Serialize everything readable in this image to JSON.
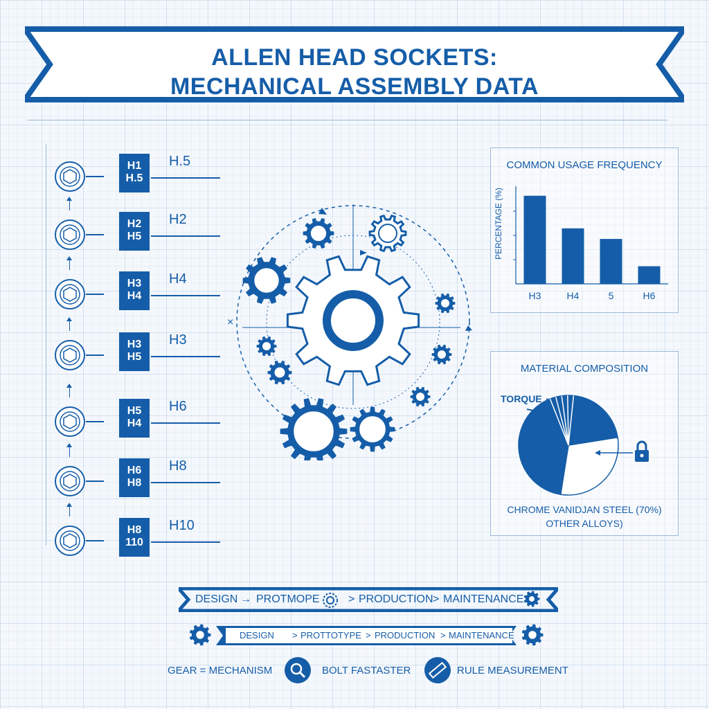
{
  "title": {
    "line1": "ALLEN HEAD SOCKETS:",
    "line2": "MECHANICAL ASSEMBLY DATA"
  },
  "sockets": [
    {
      "code_top": "H1",
      "code_bottom": "H.5",
      "label": "H.5"
    },
    {
      "code_top": "H2",
      "code_bottom": "H5",
      "label": "H2"
    },
    {
      "code_top": "H3",
      "code_bottom": "H4",
      "label": "H4"
    },
    {
      "code_top": "H3",
      "code_bottom": "H5",
      "label": "H3"
    },
    {
      "code_top": "H5",
      "code_bottom": "H4",
      "label": "H6"
    },
    {
      "code_top": "H6",
      "code_bottom": "H8",
      "label": "H8"
    },
    {
      "code_top": "H8",
      "code_bottom": "110",
      "label": "H10"
    }
  ],
  "usage_panel": {
    "title": "COMMON USAGE FREQUENCY",
    "ylabel": "PERCENTAGE (%)"
  },
  "chart_data": {
    "type": "bar",
    "title": "COMMON USAGE FREQUENCY",
    "ylabel": "PERCENTAGE (%)",
    "xlabel": "",
    "categories": [
      "H3",
      "H4",
      "5",
      "H6"
    ],
    "values": [
      100,
      63,
      51,
      20
    ],
    "ylim": [
      0,
      110
    ],
    "grid": false,
    "color": "#155da8"
  },
  "material_panel": {
    "title": "MATERIAL COMPOSITION",
    "torque_label": "TORQUE",
    "line1": "CHROME VANIDJAN STEEL (70%)",
    "line2": "OTHER ALLOYS)",
    "lock_icon": "lock-icon",
    "pie_values": [
      70,
      30
    ]
  },
  "flow_row1": {
    "design": "DESIGN",
    "arrow": "→",
    "prototype": "PROTMOPE",
    "production": "PRODUCTION",
    "maintenance": "MAINTENANCE",
    "sep": ">"
  },
  "flow_row2": {
    "design": "DESIGN",
    "prototype": "PROTTOTYPE",
    "production": "PRODUCTION",
    "maintenance": "MAINTENANCE",
    "sep": ">"
  },
  "legend": {
    "gear": "GEAR = MECHANISM",
    "bolt": "BOLT FASTASTER",
    "rule": "RULE MEASUREMENT"
  },
  "colors": {
    "primary": "#155da8",
    "background": "#f4f8fc",
    "grid": "#9bb9da"
  }
}
